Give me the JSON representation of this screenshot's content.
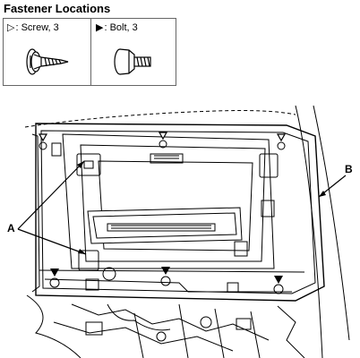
{
  "header": {
    "title": "Fastener Locations"
  },
  "legend": {
    "screw": {
      "symbol": "▷",
      "text": ": Screw, 3"
    },
    "bolt": {
      "symbol": "▶",
      "text": ": Bolt, 3"
    }
  },
  "callouts": {
    "a": "A",
    "b": "B"
  },
  "icons": {
    "screw": "screw-icon",
    "bolt": "bolt-icon",
    "screw_marker": "outline-triangle-marker",
    "bolt_marker": "filled-triangle-marker"
  }
}
